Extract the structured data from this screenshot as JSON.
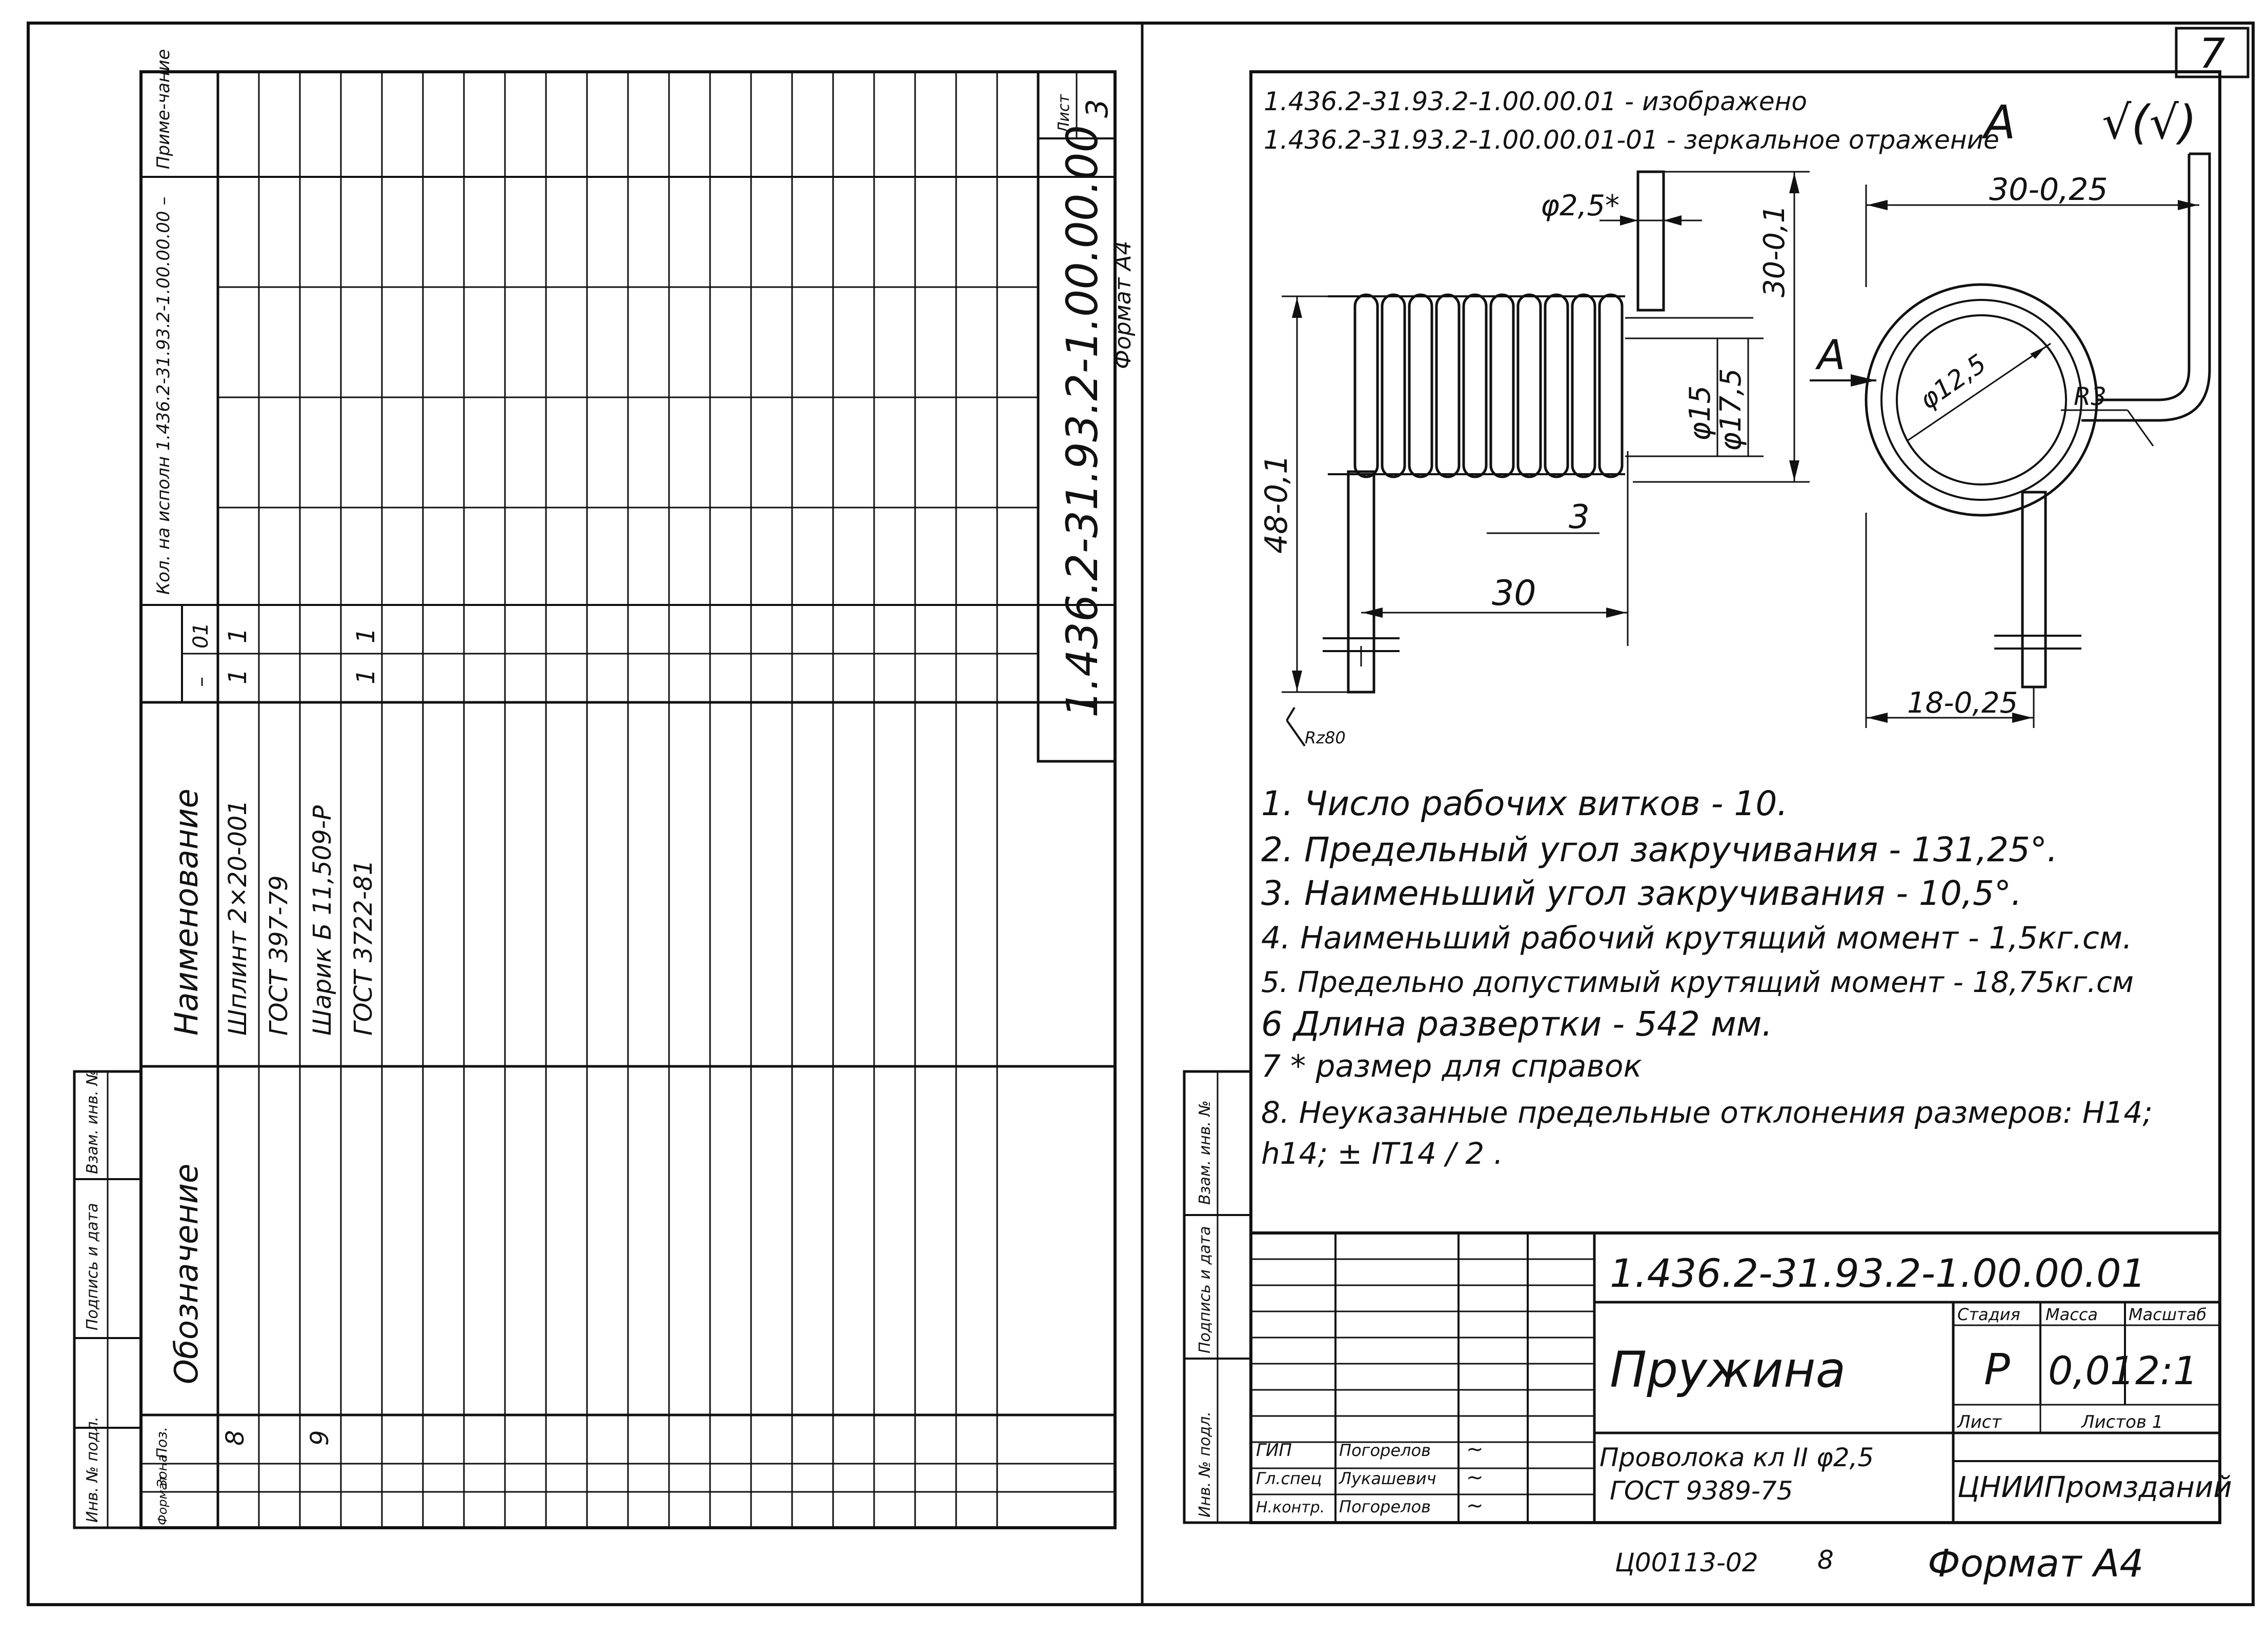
{
  "page_number": "7",
  "spec": {
    "columns": {
      "format": "Формат",
      "zone": "Зона",
      "pos": "Поз.",
      "designation": "Обозначение",
      "name": "Наименование",
      "qty_header": "Кол. на исполн 1.436.2-31.93.2-1.00.00.00 –",
      "exec_dash": "–",
      "exec_01": "01",
      "note": "Приме-чание"
    },
    "rows": [
      {
        "pos": "8",
        "name": "Шплинт 2×20-001",
        "qty_main": "1",
        "qty_01": "1"
      },
      {
        "pos": "",
        "name": "ГОСТ 397-79",
        "qty_main": "",
        "qty_01": ""
      },
      {
        "pos": "9",
        "name": "Шарик Б 11,509-Р",
        "qty_main": "1",
        "qty_01": "1"
      },
      {
        "pos": "",
        "name": "ГОСТ 3722-81",
        "qty_main": "",
        "qty_01": ""
      }
    ],
    "doc_code": "1.436.2-31.93.2-1.00.00.00",
    "sheet_label": "Лист",
    "sheet_number": "3",
    "format": "Формат А4"
  },
  "side_stamp": {
    "inv_podl": "Инв. № подл.",
    "sign_date": "Подпись и дата",
    "vzam_inv": "Взам. инв. №"
  },
  "drawing": {
    "header_line1": "1.436.2-31.93.2-1.00.00.01 - изображено",
    "header_line2": "1.436.2-31.93.2-1.00.00.01-01 - зеркальное отражение",
    "view_label": "А",
    "view_arrow_label": "А",
    "roughness": "√(√)",
    "dims": {
      "wire_dia": "φ2,5*",
      "leg_height": "30-0,1",
      "arm_len": "30-0,25",
      "inner_dia": "φ15",
      "outer_dia": "φ17,5",
      "pitch": "3",
      "coil_len": "30",
      "total_height": "48-0,1",
      "bore_dia": "φ12,5",
      "bend_radius": "R3",
      "offset": "18-0,25",
      "surface_roughness": "Rz80"
    }
  },
  "notes": [
    "1. Число рабочих витков - 10.",
    "2. Предельный угол закручивания - 131,25°.",
    "3. Наименьший угол закручивания - 10,5°.",
    "4. Наименьший рабочий крутящий момент - 1,5кг.см.",
    "5. Предельно допустимый крутящий момент - 18,75кг.см",
    "6 Длина развертки - 542 мм.",
    "7 * размер для справок",
    "8. Неуказанные предельные отклонения размеров: Н14;",
    "h14; ± IT14 / 2 ."
  ],
  "title_block": {
    "code": "1.436.2-31.93.2-1.00.00.01",
    "name": "Пружина",
    "material_line1": "Проволока кл II φ2,5",
    "material_line2": "ГОСТ 9389-75",
    "stage_label": "Стадия",
    "mass_label": "Масса",
    "scale_label": "Масштаб",
    "stage": "Р",
    "mass": "0,01",
    "scale": "2:1",
    "list_label": "Лист",
    "lists_label": "Листов 1",
    "org": "ЦНИИПромзданий",
    "roles": [
      {
        "role": "ГИП",
        "name": "Погорелов",
        "sign": "~"
      },
      {
        "role": "Гл.спец",
        "name": "Лукашевич",
        "sign": "~"
      },
      {
        "role": "Н.контр.",
        "name": "Погорелов",
        "sign": "~"
      }
    ]
  },
  "footer": {
    "album": "Ц00113-02",
    "page": "8",
    "format": "Формат А4"
  }
}
